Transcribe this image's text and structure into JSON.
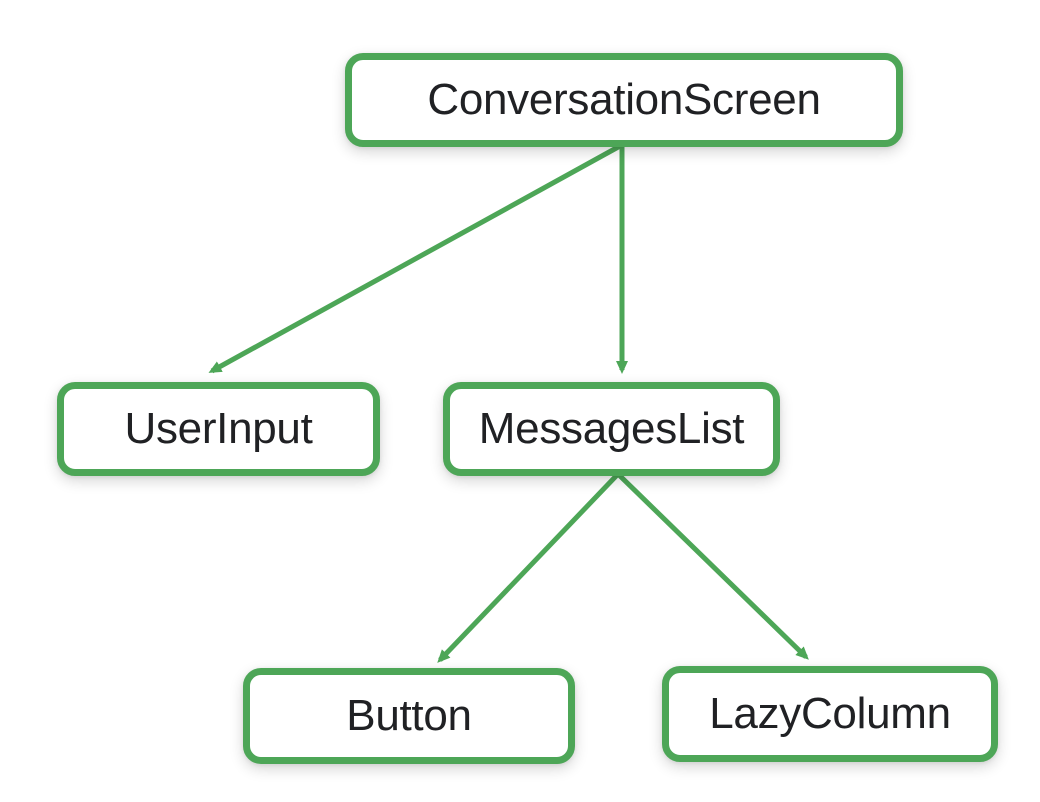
{
  "diagram": {
    "type": "tree",
    "accent_color": "#4DA657",
    "text_color": "#202124",
    "background_color": "#ffffff",
    "nodes": {
      "conversation_screen": {
        "label": "ConversationScreen"
      },
      "user_input": {
        "label": "UserInput"
      },
      "messages_list": {
        "label": "MessagesList"
      },
      "button": {
        "label": "Button"
      },
      "lazy_column": {
        "label": "LazyColumn"
      }
    },
    "edges": [
      {
        "from": "ConversationScreen",
        "to": "UserInput"
      },
      {
        "from": "ConversationScreen",
        "to": "MessagesList"
      },
      {
        "from": "MessagesList",
        "to": "Button"
      },
      {
        "from": "MessagesList",
        "to": "LazyColumn"
      }
    ]
  }
}
